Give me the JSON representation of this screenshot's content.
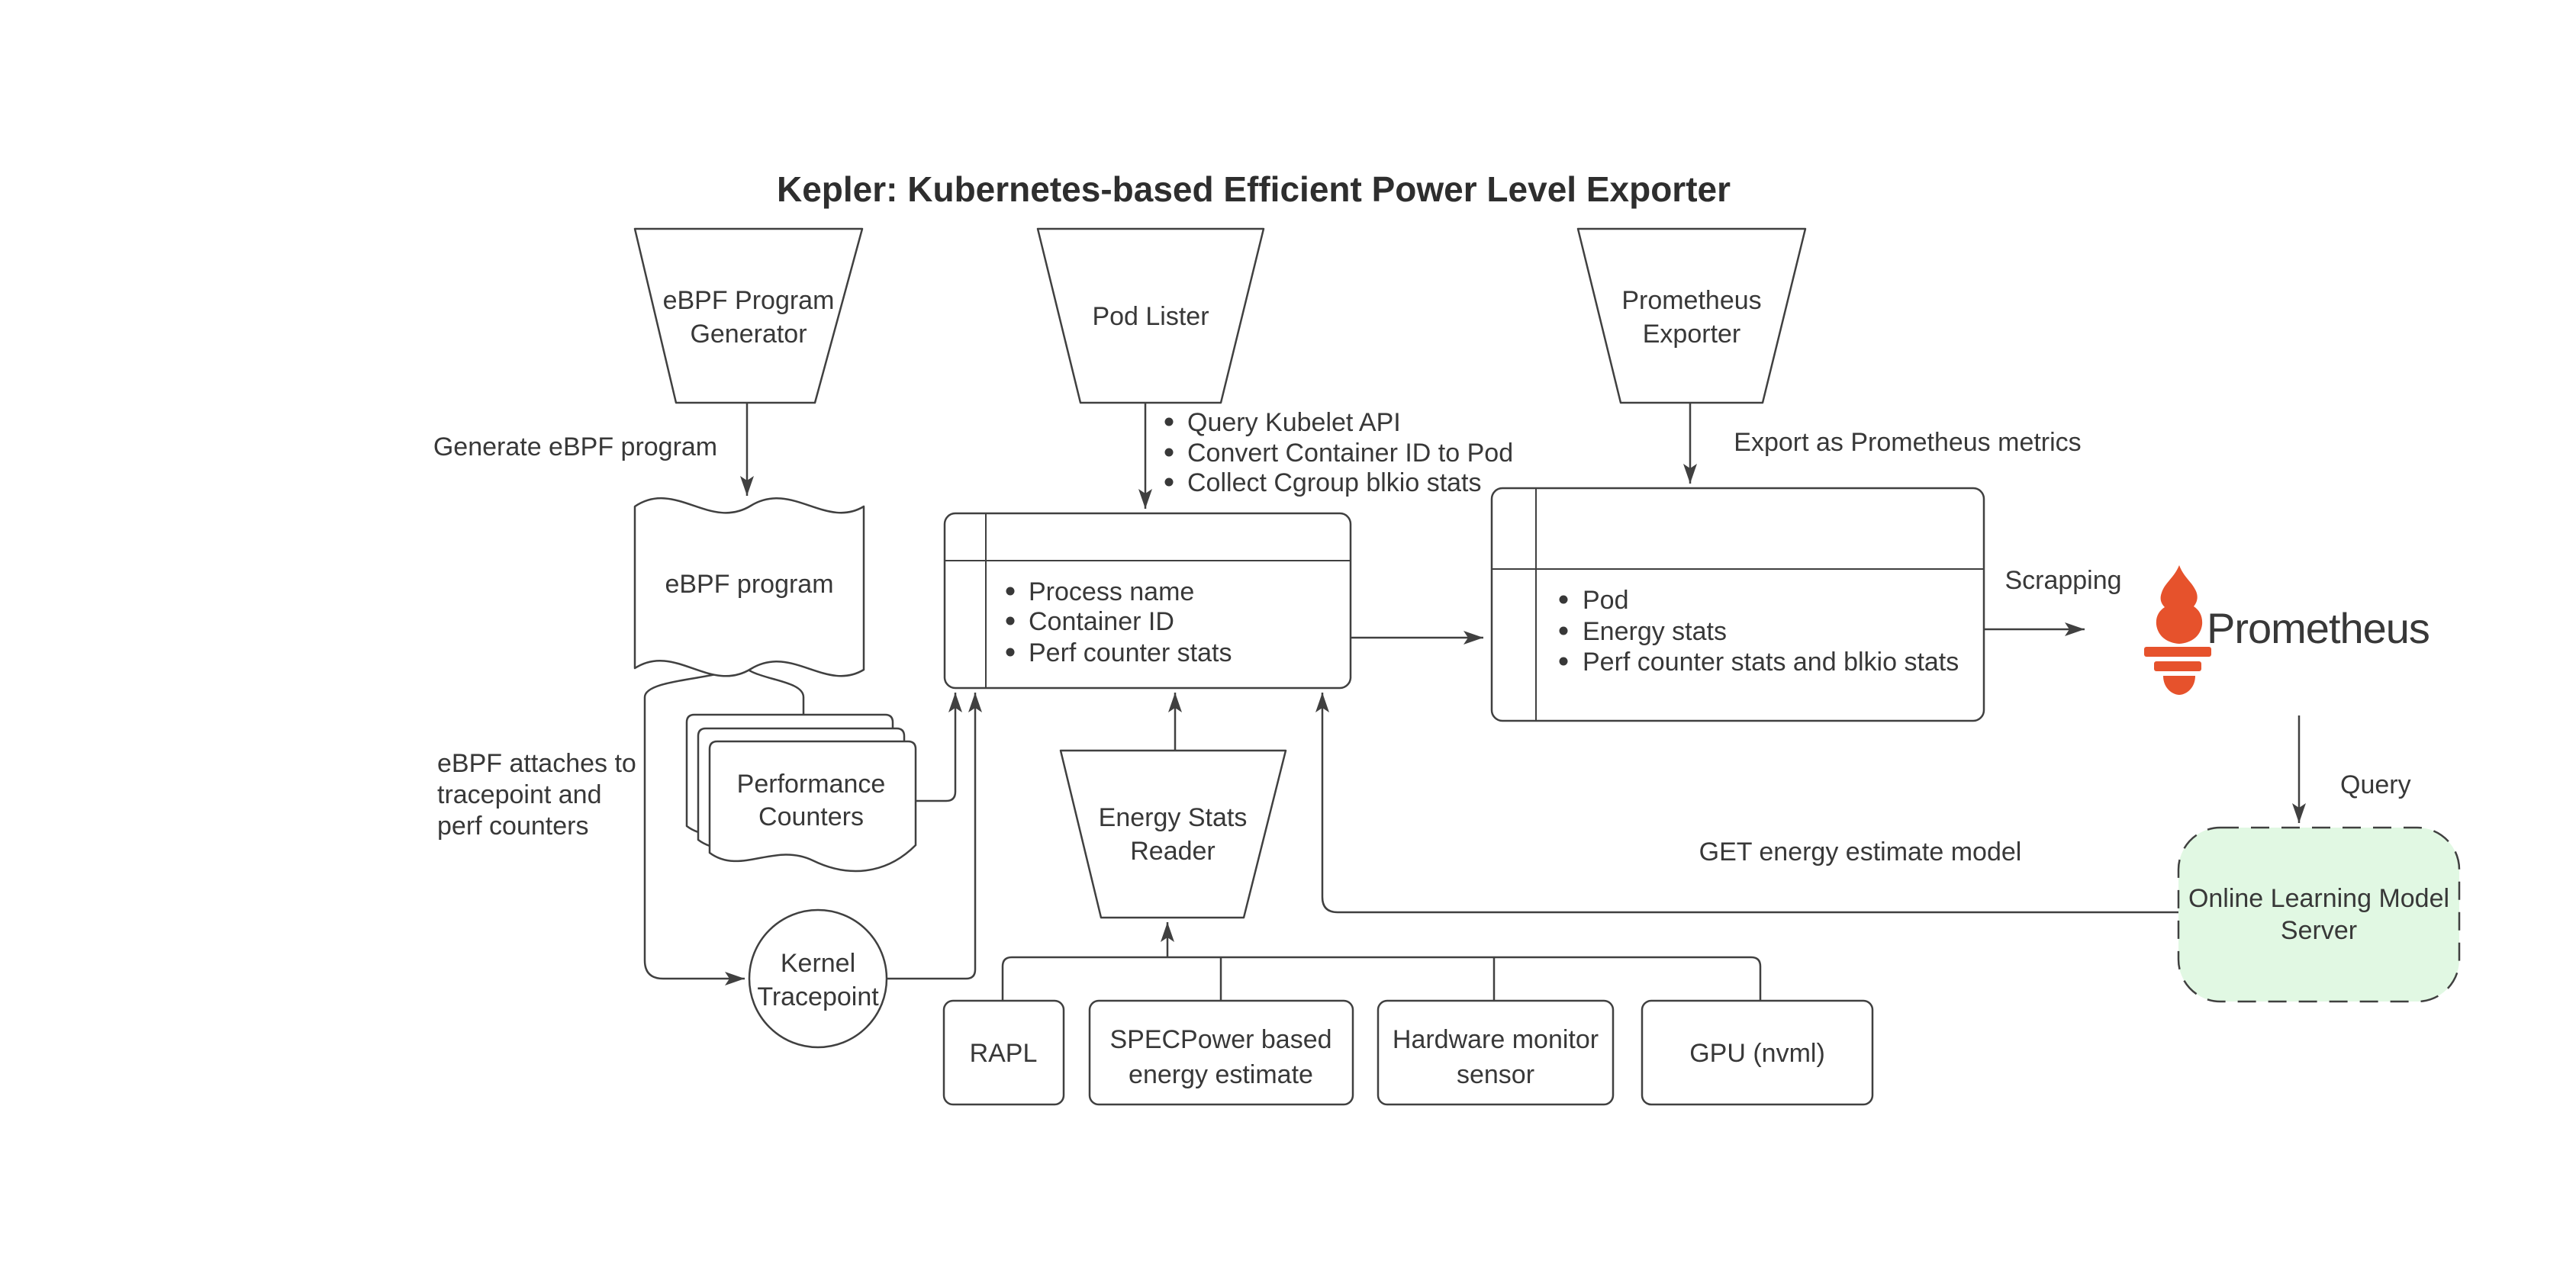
{
  "title": "Kepler: Kubernetes-based Efficient Power Level Exporter",
  "colors": {
    "stroke": "#404040",
    "text": "#383838",
    "prometheus_orange": "#e6522c",
    "model_server_fill": "#e1f8e3"
  },
  "nodes": {
    "generator": {
      "l1": "eBPF Program",
      "l2": "Generator"
    },
    "pod_lister": {
      "l1": "Pod Lister"
    },
    "prom_exporter": {
      "l1": "Prometheus",
      "l2": "Exporter"
    },
    "ebpf_program": {
      "l1": "eBPF program"
    },
    "process_store": {
      "b1": "Process name",
      "b2": "Container ID",
      "b3": "Perf counter stats"
    },
    "pod_store": {
      "b1": "Pod",
      "b2": "Energy stats",
      "b3": "Perf counter stats and blkio stats"
    },
    "perf_counters": {
      "l1": "Performance",
      "l2": "Counters"
    },
    "kernel_tracepoint": {
      "l1": "Kernel",
      "l2": "Tracepoint"
    },
    "energy_reader": {
      "l1": "Energy Stats",
      "l2": "Reader"
    },
    "rapl": {
      "l1": "RAPL"
    },
    "specpower": {
      "l1": "SPECPower based",
      "l2": "energy estimate"
    },
    "hw_sensor": {
      "l1": "Hardware monitor",
      "l2": "sensor"
    },
    "gpu": {
      "l1": "GPU (nvml)"
    },
    "model_server": {
      "l1": "Online Learning Model",
      "l2": "Server"
    },
    "prometheus_logo": {
      "wordmark": "Prometheus"
    }
  },
  "edges": {
    "generate": "Generate eBPF program",
    "pod_b1": "Query Kubelet API",
    "pod_b2": "Convert Container ID to Pod",
    "pod_b3": "Collect Cgroup blkio stats",
    "export": "Export as Prometheus metrics",
    "attach1": "eBPF attaches to",
    "attach2": "tracepoint and",
    "attach3": "perf counters",
    "scrapping": "Scrapping",
    "query": "Query",
    "get_model": "GET energy estimate model"
  }
}
